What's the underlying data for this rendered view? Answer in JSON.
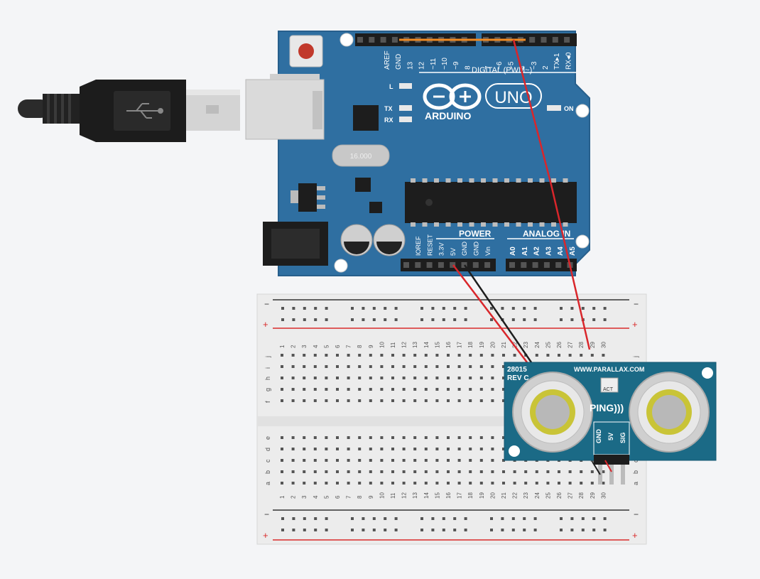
{
  "colors": {
    "background": "#f4f5f7",
    "arduino_board": "#2f6fa1",
    "arduino_silk": "#ffffff",
    "breadboard": "#ececec",
    "rail_red": "#d92b2b",
    "sensor_board": "#1b6a86",
    "wire_red": "#d9262b",
    "wire_black": "#1e1e1e",
    "wire_orange": "#f08a24"
  },
  "arduino": {
    "brand": "ARDUINO",
    "model": "UNO",
    "crystal": "16.000",
    "label_l": "L",
    "label_tx": "TX",
    "label_rx": "RX",
    "label_on": "ON",
    "digital_header": "DIGITAL (PWM~)",
    "power_header": "POWER",
    "analog_header": "ANALOG IN",
    "digital_pins": [
      "AREF",
      "GND",
      "13",
      "12",
      "~11",
      "~10",
      "~9",
      "8",
      "7",
      "~6",
      "~5",
      "4",
      "~3",
      "2",
      "TX▸1",
      "RX◂0"
    ],
    "power_pins": [
      "IOREF",
      "RESET",
      "3.3V",
      "5V",
      "GND",
      "GND",
      "Vin"
    ],
    "analog_pins": [
      "A0",
      "A1",
      "A2",
      "A3",
      "A4",
      "A5"
    ]
  },
  "breadboard": {
    "minus": "−",
    "plus": "+",
    "row_letters_top": [
      "j",
      "i",
      "h",
      "g",
      "f"
    ],
    "row_letters_bottom": [
      "e",
      "d",
      "c",
      "b",
      "a"
    ],
    "columns": 30
  },
  "sensor": {
    "part": "28015",
    "rev": "REV C",
    "url": "WWW.PARALLAX.COM",
    "act": "ACT",
    "name": "PING)))",
    "pins": [
      "GND",
      "5V",
      "SIG"
    ]
  }
}
